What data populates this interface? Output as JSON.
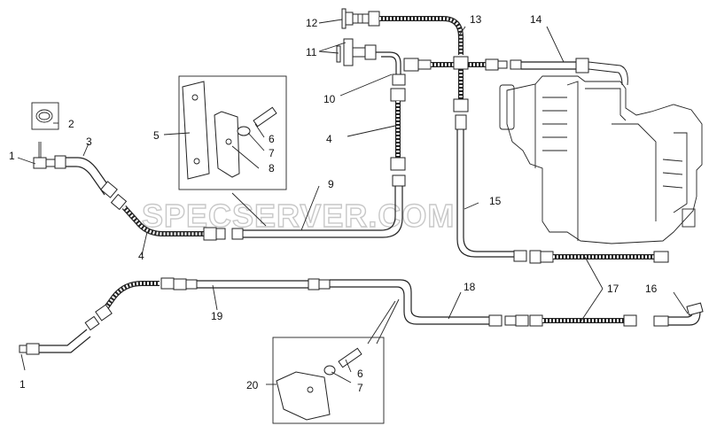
{
  "watermark": "SPECSERVER.COM",
  "labels": {
    "l1a": "1",
    "l1b": "1",
    "l2": "2",
    "l3": "3",
    "l4a": "4",
    "l4b": "4",
    "l5": "5",
    "l6a": "6",
    "l6b": "6",
    "l7a": "7",
    "l7b": "7",
    "l8": "8",
    "l9": "9",
    "l10": "10",
    "l11": "11",
    "l12": "12",
    "l13": "13",
    "l14": "14",
    "l15": "15",
    "l16": "16",
    "l17": "17",
    "l18": "18",
    "l19": "19",
    "l20": "20"
  }
}
